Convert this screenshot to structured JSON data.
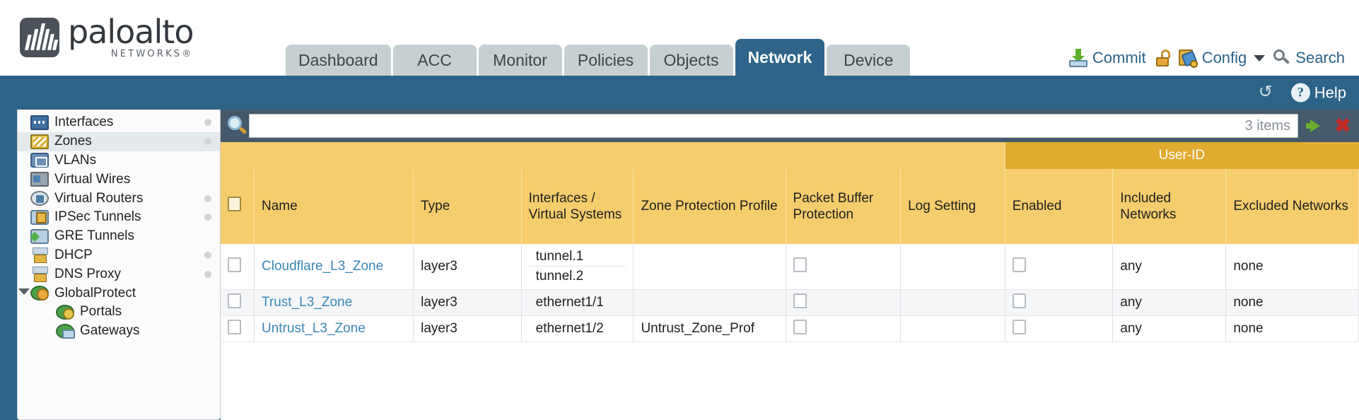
{
  "brand": {
    "name": "paloalto",
    "tagline": "NETWORKS",
    "registered": "®"
  },
  "nav": {
    "tabs": [
      {
        "label": "Dashboard",
        "active": false
      },
      {
        "label": "ACC",
        "active": false
      },
      {
        "label": "Monitor",
        "active": false
      },
      {
        "label": "Policies",
        "active": false
      },
      {
        "label": "Objects",
        "active": false
      },
      {
        "label": "Network",
        "active": true
      },
      {
        "label": "Device",
        "active": false
      }
    ]
  },
  "header_actions": {
    "commit_label": "Commit",
    "lock_icon": "unlocked-padlock-icon",
    "config_label": "Config",
    "search_label": "Search"
  },
  "band": {
    "refresh_icon": "refresh-icon",
    "help_label": "Help",
    "help_icon": "question-mark-icon"
  },
  "sidebar": {
    "items": [
      {
        "label": "Interfaces",
        "icon": "interfaces-icon",
        "icon_class": "si-interfaces",
        "selected": false,
        "dot": true,
        "child": false,
        "expander": false
      },
      {
        "label": "Zones",
        "icon": "zones-icon",
        "icon_class": "si-zones",
        "selected": true,
        "dot": true,
        "child": false,
        "expander": false
      },
      {
        "label": "VLANs",
        "icon": "vlans-icon",
        "icon_class": "si-vlans",
        "selected": false,
        "dot": false,
        "child": false,
        "expander": false
      },
      {
        "label": "Virtual Wires",
        "icon": "virtual-wires-icon",
        "icon_class": "si-vwires",
        "selected": false,
        "dot": false,
        "child": false,
        "expander": false
      },
      {
        "label": "Virtual Routers",
        "icon": "virtual-routers-icon",
        "icon_class": "si-vrouters",
        "selected": false,
        "dot": true,
        "child": false,
        "expander": false
      },
      {
        "label": "IPSec Tunnels",
        "icon": "ipsec-tunnels-icon",
        "icon_class": "si-ipsec",
        "selected": false,
        "dot": true,
        "child": false,
        "expander": false
      },
      {
        "label": "GRE Tunnels",
        "icon": "gre-tunnels-icon",
        "icon_class": "si-gre",
        "selected": false,
        "dot": false,
        "child": false,
        "expander": false
      },
      {
        "label": "DHCP",
        "icon": "dhcp-icon",
        "icon_class": "si-dhcp",
        "selected": false,
        "dot": true,
        "child": false,
        "expander": false
      },
      {
        "label": "DNS Proxy",
        "icon": "dns-proxy-icon",
        "icon_class": "si-dns",
        "selected": false,
        "dot": true,
        "child": false,
        "expander": false
      },
      {
        "label": "GlobalProtect",
        "icon": "globalprotect-icon",
        "icon_class": "si-gp",
        "selected": false,
        "dot": false,
        "child": false,
        "expander": true
      },
      {
        "label": "Portals",
        "icon": "portals-icon",
        "icon_class": "si-portals",
        "selected": false,
        "dot": false,
        "child": true,
        "expander": false
      },
      {
        "label": "Gateways",
        "icon": "gateways-icon",
        "icon_class": "si-gateways",
        "selected": false,
        "dot": false,
        "child": true,
        "expander": false
      }
    ]
  },
  "filterbar": {
    "search_icon": "search-filter-icon",
    "input_value": "",
    "input_placeholder": "",
    "item_count": "3 items",
    "apply_icon": "apply-filter-arrow-icon",
    "clear_icon": "clear-filter-x-icon"
  },
  "table": {
    "group_header": {
      "label": "User-ID",
      "span": 3
    },
    "columns": [
      "Name",
      "Type",
      "Interfaces / Virtual Systems",
      "Zone Protection Profile",
      "Packet Buffer Protection",
      "Log Setting",
      "Enabled",
      "Included Networks",
      "Excluded Networks"
    ],
    "select_all_checkbox": "select-all-checkbox",
    "rows": [
      {
        "selected": false,
        "name": "Cloudflare_L3_Zone",
        "type": "layer3",
        "interfaces": [
          "tunnel.1",
          "tunnel.2"
        ],
        "zone_protection_profile": "",
        "packet_buffer_protection": false,
        "log_setting": "",
        "enabled": false,
        "included_networks": "any",
        "excluded_networks": "none"
      },
      {
        "selected": false,
        "name": "Trust_L3_Zone",
        "type": "layer3",
        "interfaces": [
          "ethernet1/1"
        ],
        "zone_protection_profile": "",
        "packet_buffer_protection": false,
        "log_setting": "",
        "enabled": false,
        "included_networks": "any",
        "excluded_networks": "none"
      },
      {
        "selected": false,
        "name": "Untrust_L3_Zone",
        "type": "layer3",
        "interfaces": [
          "ethernet1/2"
        ],
        "zone_protection_profile": "Untrust_Zone_Prof",
        "packet_buffer_protection": false,
        "log_setting": "",
        "enabled": false,
        "included_networks": "any",
        "excluded_networks": "none"
      }
    ]
  },
  "colors": {
    "brand_blue": "#2d6387",
    "tab_inactive": "#c6d0d2",
    "table_header": "#f5cd6d",
    "group_header": "#e0ab2e",
    "link": "#3a87b5",
    "filterbar": "#46596b"
  }
}
